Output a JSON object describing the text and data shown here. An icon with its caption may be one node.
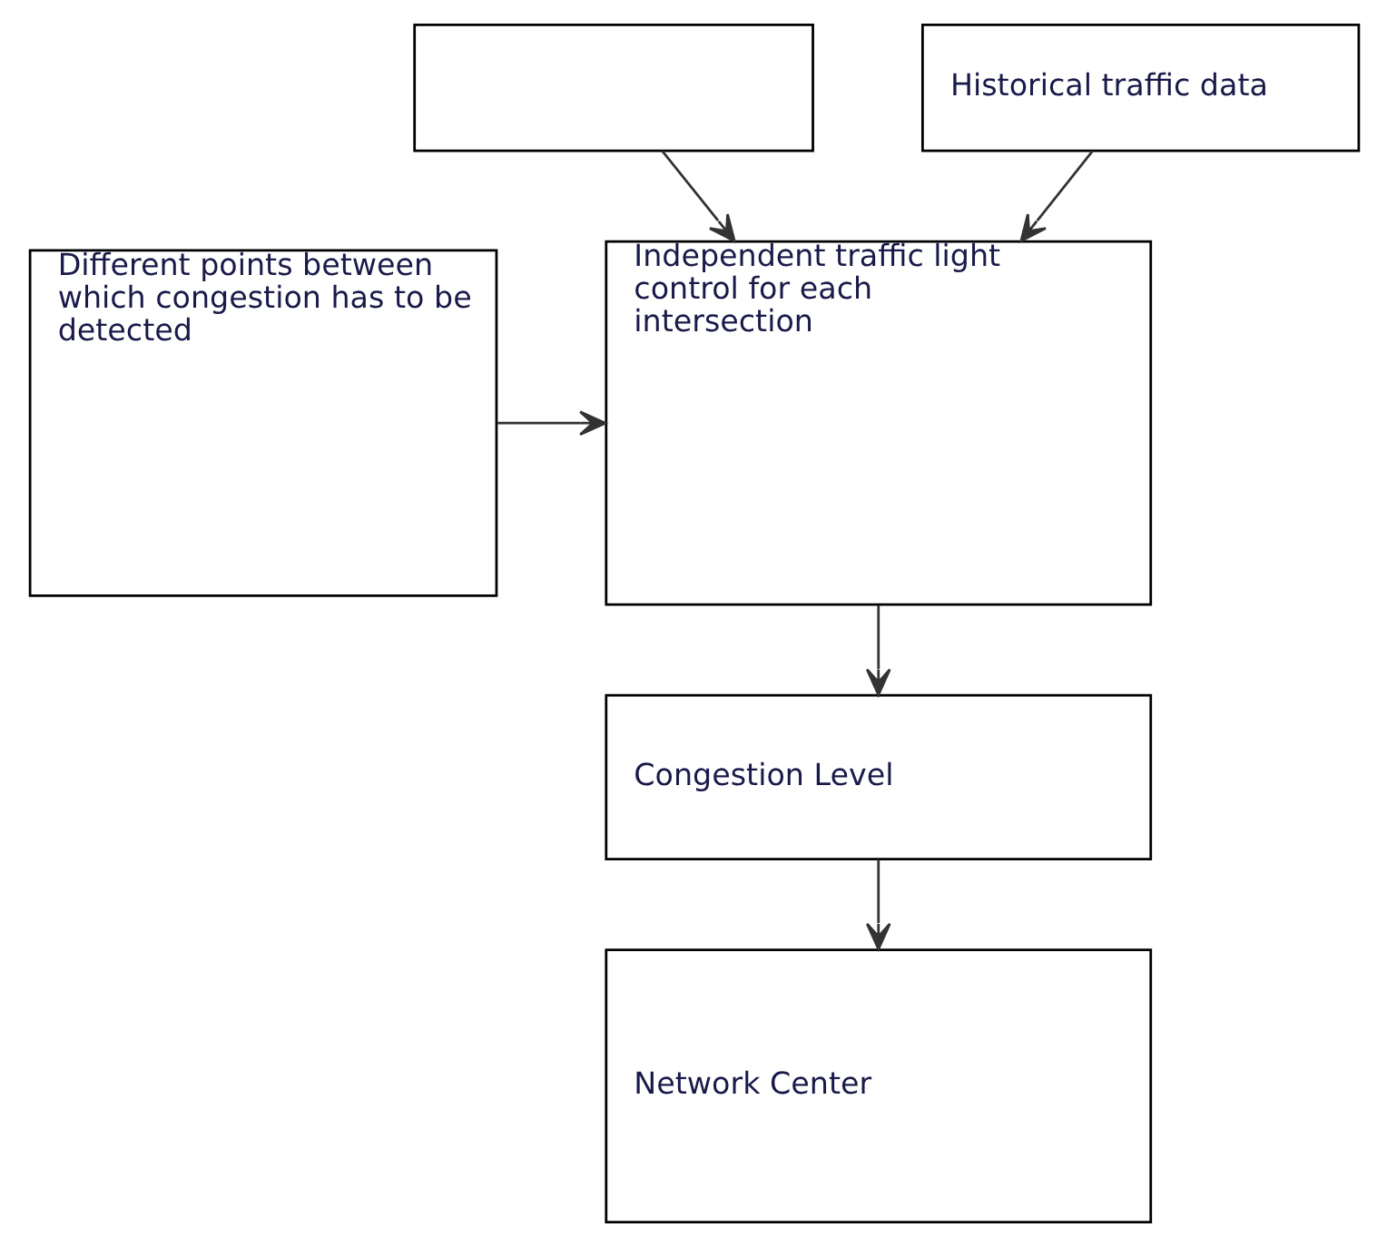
{
  "diagram": {
    "nodes": [
      {
        "text": [],
        "shape": "box"
      },
      {
        "text": [
          "Historical traffic data"
        ]
      },
      {
        "text": [
          "Different points between which congestion has to be detected"
        ]
      },
      {
        "text": [
          "Independent traffic light control for each intersection"
        ]
      },
      {
        "text": [
          "Congestion Level"
        ]
      },
      {
        "text": [
          "Network Center"
        ]
      }
    ],
    "edges": [
      {
        "from": 0,
        "to": 3,
        "arrow": "to"
      },
      {
        "from": 1,
        "to": 3,
        "arrow": "to"
      },
      {
        "from": 2,
        "to": 3,
        "arrow": "to"
      },
      {
        "from": 3,
        "to": 4,
        "arrow": "to"
      },
      {
        "from": 4,
        "to": 5,
        "arrow": "to"
      }
    ]
  }
}
